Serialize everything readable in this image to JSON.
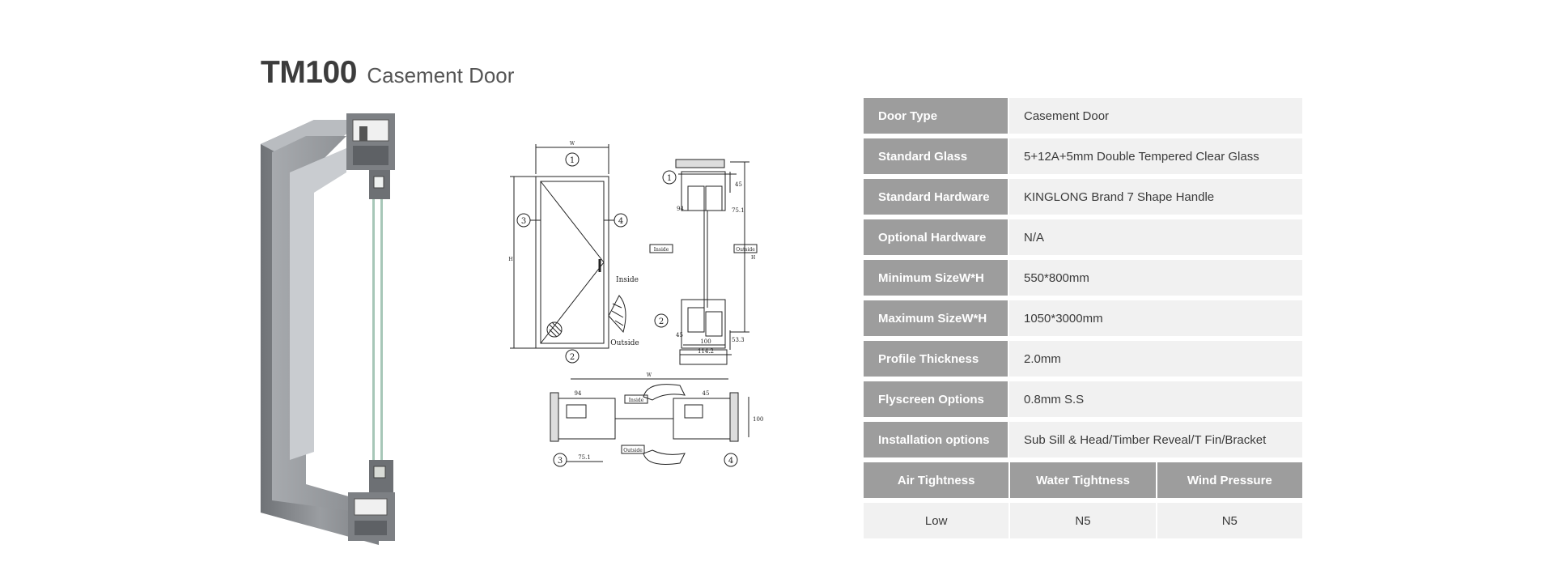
{
  "title": {
    "model": "TM100",
    "subtitle": "Casement Door"
  },
  "drawing_labels": {
    "n1": "1",
    "n2": "2",
    "n3": "3",
    "n4": "4",
    "W": "W",
    "H": "H",
    "inside": "Inside",
    "outside": "Outside",
    "d45": "45",
    "d94": "94",
    "d75_1": "75.1",
    "d45b": "45",
    "d53_3": "53.3",
    "d100": "100",
    "d114_2": "114.2",
    "d100b": "100"
  },
  "specs": [
    {
      "label": "Door Type",
      "value": "Casement Door"
    },
    {
      "label": "Standard Glass",
      "value": "5+12A+5mm Double Tempered Clear Glass"
    },
    {
      "label": "Standard Hardware",
      "value": "KINGLONG Brand 7 Shape Handle"
    },
    {
      "label": "Optional Hardware",
      "value": "N/A"
    },
    {
      "label": "Minimum SizeW*H",
      "value": "550*800mm"
    },
    {
      "label": "Maximum SizeW*H",
      "value": "1050*3000mm"
    },
    {
      "label": "Profile Thickness",
      "value": "2.0mm"
    },
    {
      "label": "Flyscreen Options",
      "value": "0.8mm S.S"
    },
    {
      "label": "Installation options",
      "value": "Sub Sill & Head/Timber Reveal/T Fin/Bracket"
    }
  ],
  "performance": {
    "headers": [
      "Air Tightness",
      "Water Tightness",
      "Wind Pressure"
    ],
    "values": [
      "Low",
      "N5",
      "N5"
    ]
  },
  "colors": {
    "header_gray": "#9d9d9d",
    "cell_light": "#f1f1f1",
    "profile_gray": "#8a8d90"
  }
}
